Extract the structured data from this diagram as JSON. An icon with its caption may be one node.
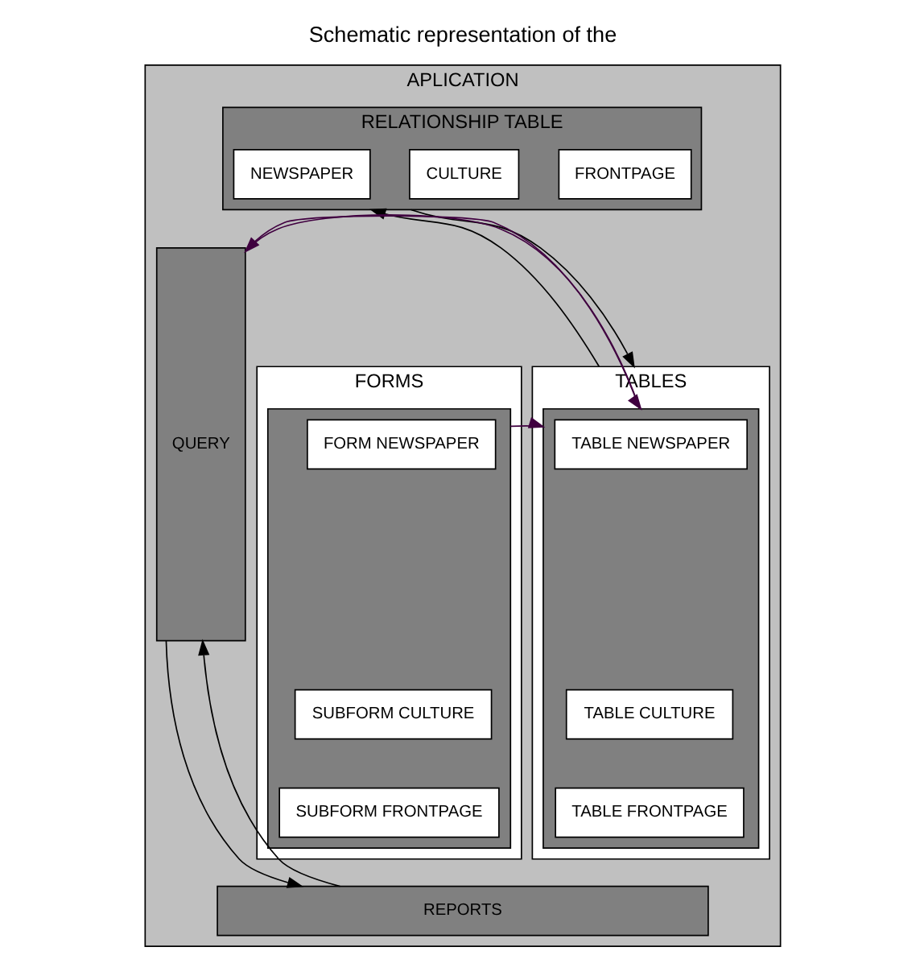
{
  "diagram": {
    "title": "Schematic representation of the",
    "nodes": [
      {
        "text": [
          "APLICATION"
        ]
      },
      {
        "text": [
          "RELATIONSHIP TABLE"
        ],
        "in": 0
      },
      {
        "text": [
          "NEWSPAPER"
        ],
        "in": 1
      },
      {
        "text": [
          "CULTURE"
        ],
        "in": 1
      },
      {
        "text": [
          "FRONTPAGE"
        ],
        "in": 1
      },
      {
        "text": [
          "FORMS"
        ],
        "in": 0
      },
      {
        "text": [],
        "shape": "box",
        "in": 5
      },
      {
        "text": [
          "FORM NEWSPAPER"
        ],
        "in": 6
      },
      {
        "text": [
          "SUBFORM CULTURE"
        ],
        "in": 6
      },
      {
        "text": [
          "SUBFORM FRONTPAGE"
        ],
        "in": 6
      },
      {
        "text": [
          "TABLES"
        ],
        "in": 0
      },
      {
        "text": [],
        "shape": "box",
        "in": 10
      },
      {
        "text": [
          "TABLE NEWSPAPER"
        ],
        "in": 11
      },
      {
        "text": [
          "TABLE CULTURE"
        ],
        "in": 11
      },
      {
        "text": [
          "TABLE FRONTPAGE"
        ],
        "in": 11
      },
      {
        "text": [
          "QUERY"
        ],
        "in": 0
      },
      {
        "text": [
          "REPORTS"
        ],
        "in": 0
      }
    ],
    "edges": [
      {
        "from": 1,
        "to": 10,
        "arrow": "to"
      },
      {
        "from": 10,
        "to": 1,
        "arrow": "to"
      },
      {
        "from": 6,
        "to": 11,
        "arrow": "to",
        "color": "#400040"
      },
      {
        "from": 11,
        "to": 15,
        "arrow": "to",
        "color": "#400040"
      },
      {
        "from": 15,
        "to": 11,
        "arrow": "to",
        "color": "#400040"
      },
      {
        "from": 15,
        "to": 16,
        "arrow": "to"
      },
      {
        "from": 16,
        "to": 15,
        "arrow": "to"
      }
    ]
  }
}
